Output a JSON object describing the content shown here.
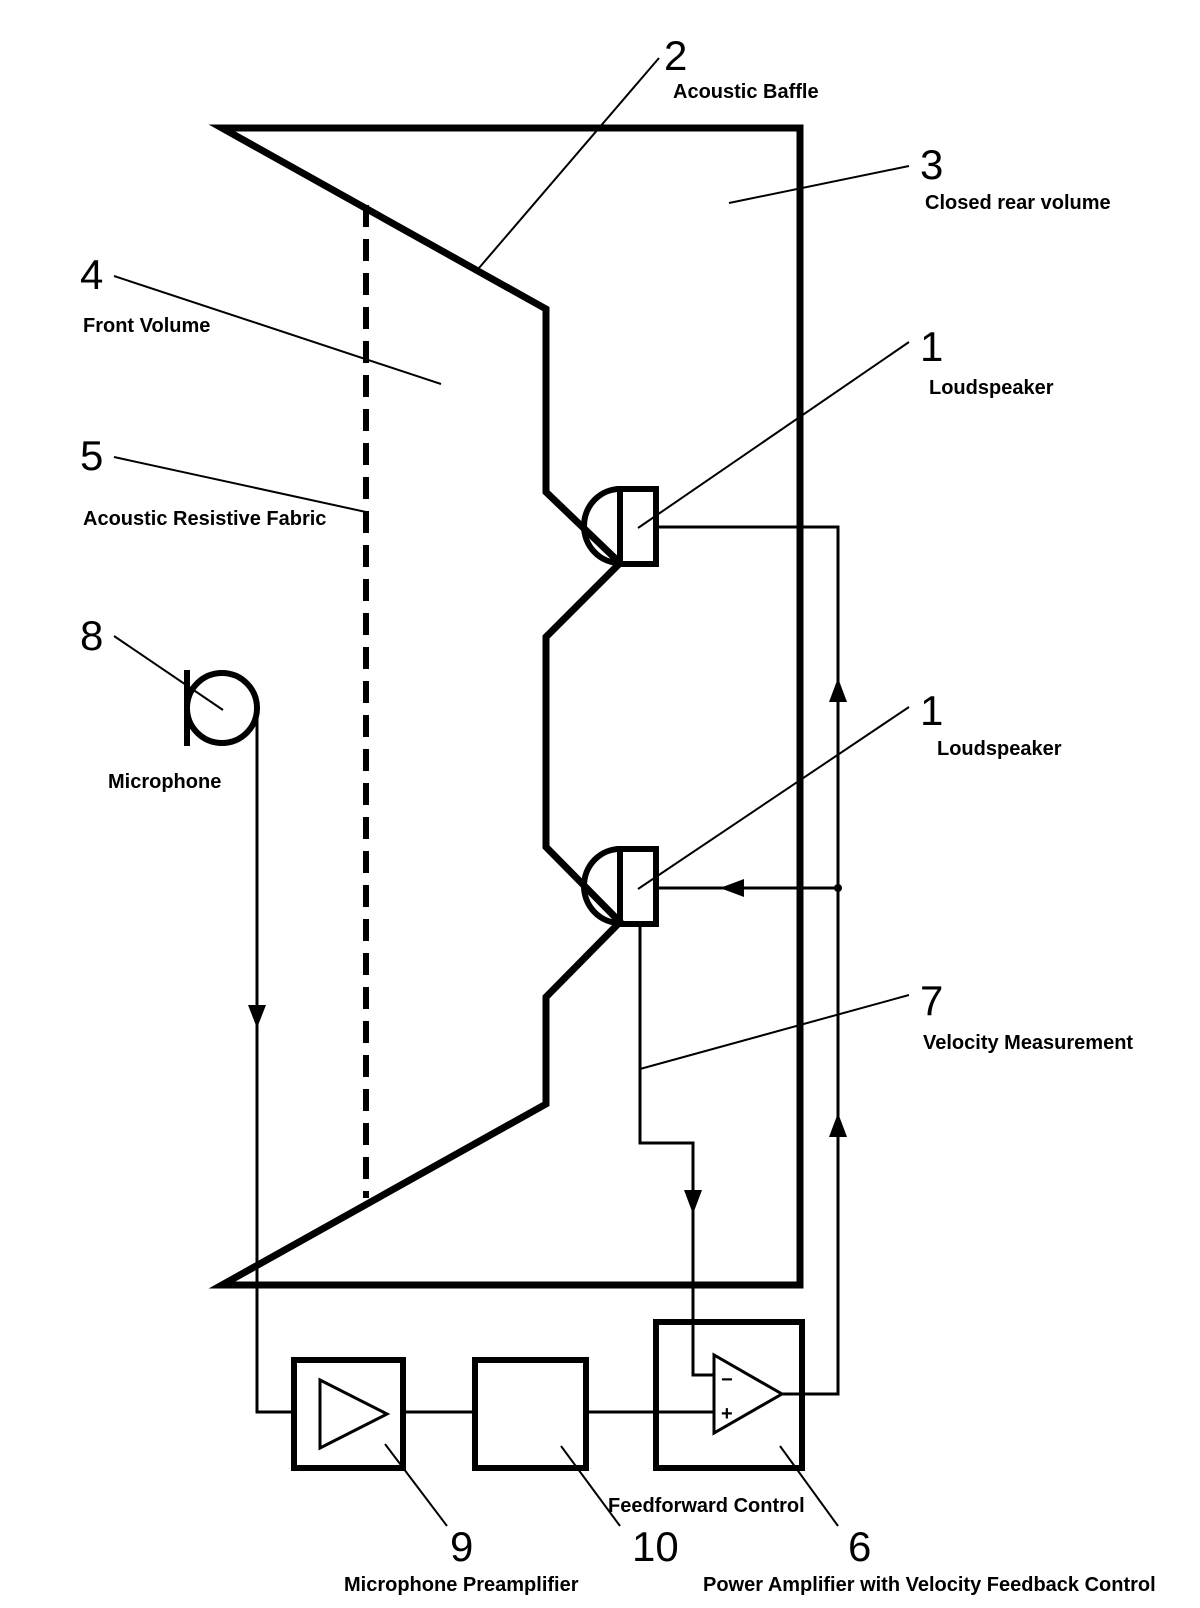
{
  "diagram": {
    "callouts": [
      {
        "id": "baffle",
        "number": "2",
        "label": "Acoustic Baffle"
      },
      {
        "id": "rear-volume",
        "number": "3",
        "label": "Closed rear volume"
      },
      {
        "id": "front-volume",
        "number": "4",
        "label": "Front Volume"
      },
      {
        "id": "loudspeaker-top",
        "number": "1",
        "label": "Loudspeaker"
      },
      {
        "id": "fabric",
        "number": "5",
        "label": "Acoustic Resistive Fabric"
      },
      {
        "id": "microphone",
        "number": "8",
        "label": "Microphone"
      },
      {
        "id": "loudspeaker-bottom",
        "number": "1",
        "label": "Loudspeaker"
      },
      {
        "id": "velocity",
        "number": "7",
        "label": "Velocity Measurement"
      },
      {
        "id": "preamp",
        "number": "9",
        "label": "Microphone Preamplifier"
      },
      {
        "id": "feedforward",
        "number": "10",
        "label": "Feedforward Control"
      },
      {
        "id": "power-amp",
        "number": "6",
        "label": "Power Amplifier with Velocity Feedback Control"
      }
    ],
    "opamp_symbols": {
      "minus": "−",
      "plus": "+"
    }
  }
}
